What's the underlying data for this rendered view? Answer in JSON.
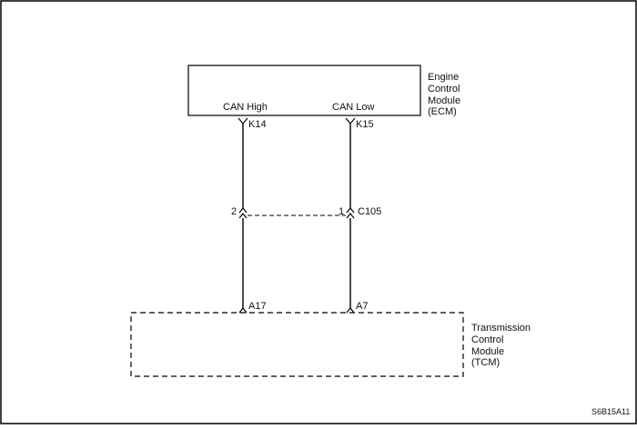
{
  "ecm": {
    "label_lines": [
      "Engine",
      "Control",
      "Module",
      "(ECM)"
    ],
    "signals": [
      {
        "name": "CAN High",
        "pin": "K14"
      },
      {
        "name": "CAN Low",
        "pin": "K15"
      }
    ]
  },
  "connector": {
    "name": "C105",
    "pins": [
      "2",
      "1"
    ]
  },
  "tcm": {
    "label_lines": [
      "Transmission",
      "Control",
      "Module",
      "(TCM)"
    ],
    "pins": [
      "A17",
      "A7"
    ]
  },
  "diagram_code": "S6B15A11"
}
